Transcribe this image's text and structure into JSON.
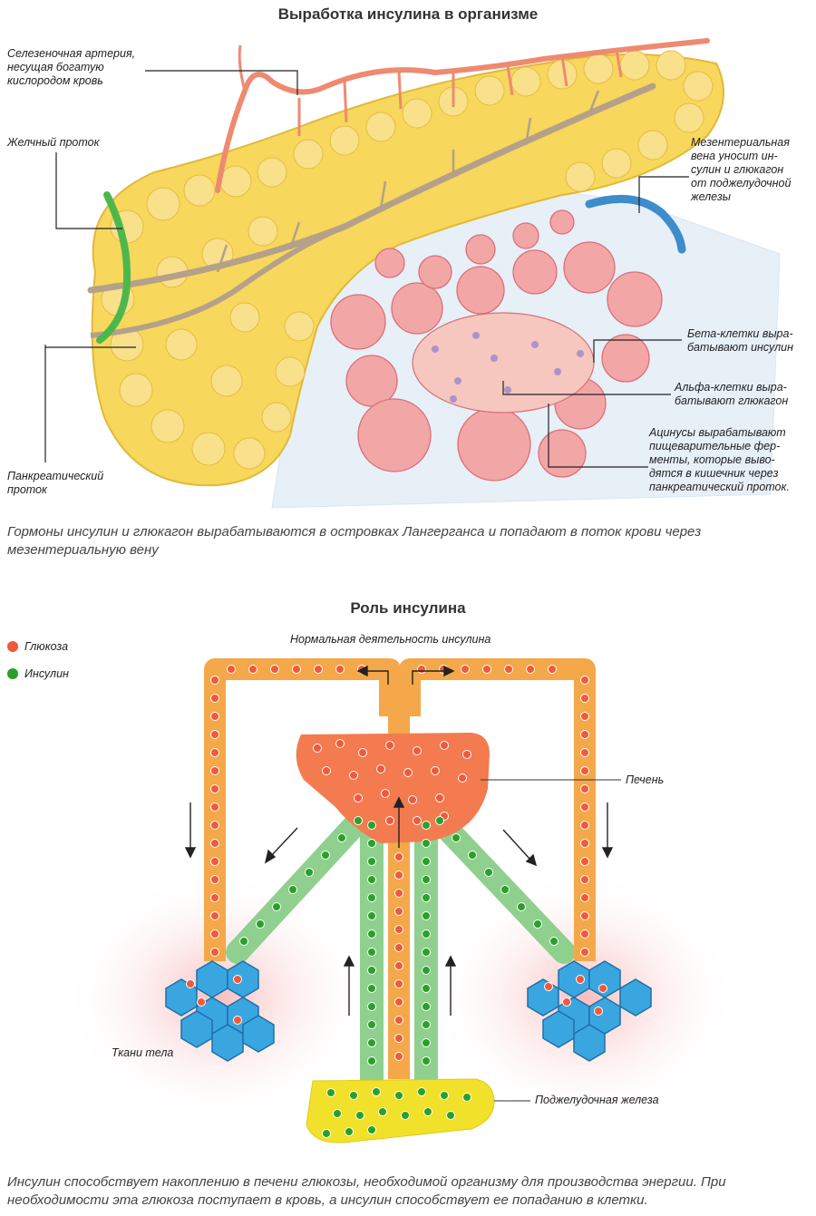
{
  "top": {
    "title": "Выработка инсулина в организме",
    "labels": {
      "artery": [
        "Селезеночная артерия,",
        "несущая богатую",
        "кислородом кровь"
      ],
      "bile_duct": [
        "Желчный проток"
      ],
      "vein": [
        "Мезентериальная",
        "вена уносит ин-",
        "сулин и глюкагон",
        "от поджелудочной",
        "железы"
      ],
      "beta": [
        "Бета-клетки выра-",
        "батывают инсулин"
      ],
      "alpha": [
        "Альфа-клетки выра-",
        "батывают глюкагон"
      ],
      "acini": [
        "Ацинусы вырабатывают",
        "пищеварительные фер-",
        "менты, которые выво-",
        "дятся в кишечник через",
        "панкреатический проток."
      ],
      "pancreatic_duct": [
        "Панкреатический",
        "проток"
      ]
    },
    "caption": "Гормоны инсулин и глюкагон вырабатываются в островках Лангерганса и попадают в поток крови через мезентериальную вену"
  },
  "bottom": {
    "title": "Роль инсулина",
    "legend": {
      "glucose": "Глюкоза",
      "insulin": "Инсулин"
    },
    "subtitle": "Нормальная деятельность инсулина",
    "labels": {
      "liver": "Печень",
      "tissues": "Ткани тела",
      "pancreas": "Поджелудочная железа"
    },
    "caption": "Инсулин способствует накоплению в печени глюкозы, необходимой организму для производства энергии. При необходимости эта глюкоза поступает в кровь, а инсулин способствует ее попаданию в клетки."
  },
  "colors": {
    "glucose": "#ef5a3a",
    "insulin": "#2aa02a",
    "blood_vessel": "#f4a84a",
    "insulin_vessel": "#8fd08f",
    "liver": "#f37b4f",
    "pancreas_diagram": "#f2e12a",
    "tissue": "#3aa6e0",
    "pancreas_illustration": "#f7d75c",
    "acinus": "#f3a6a6",
    "artery": "#ee8a70",
    "bile_duct": "#4cb84c",
    "vein": "#3d8ccc"
  }
}
